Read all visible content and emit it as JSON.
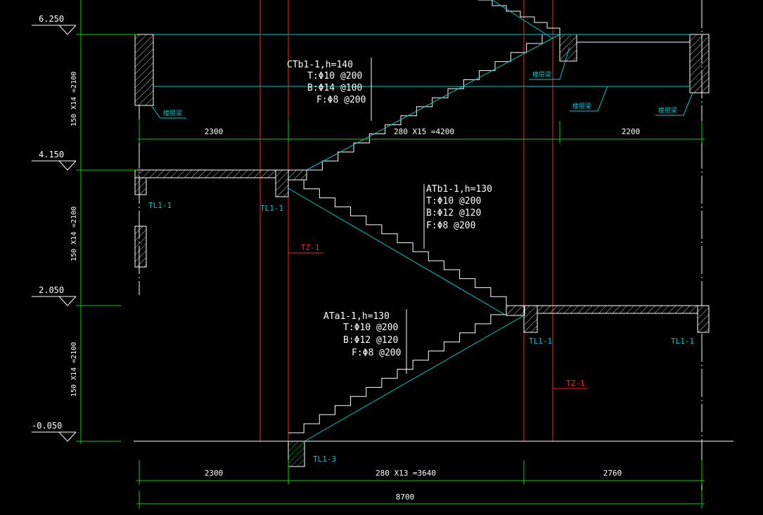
{
  "levels": [
    "6.250",
    "4.150",
    "2.050",
    "-0.050"
  ],
  "vertical_dims": [
    "150 X14 =2100",
    "150 X14 =2100",
    "150 X14 =2100"
  ],
  "horizontal_dims": {
    "top": [
      "2300",
      "280 X15 =4200",
      "2200"
    ],
    "bottom": [
      "2300",
      "280 X13 =3640",
      "2760"
    ],
    "total": "8700"
  },
  "flights": {
    "ctb": [
      "CTb1-1,h=140",
      "T:Φ10 @200",
      "B:Φ14 @100",
      "F:Φ8 @200"
    ],
    "atb": [
      "ATb1-1,h=130",
      "T:Φ10 @200",
      "B:Φ12 @120",
      "F:Φ8 @200"
    ],
    "ata": [
      "ATa1-1,h=130",
      "T:Φ10 @200",
      "B:Φ12 @120",
      "F:Φ8 @200"
    ]
  },
  "beams": {
    "left_mid": "TL1-1",
    "center_mid": "TL1-1",
    "right_low_a": "TL1-1",
    "right_low_b": "TL1-1",
    "bottom": "TL1-3"
  },
  "columns": [
    "TZ-1",
    "TZ-1"
  ],
  "small_tags": [
    "楼层梁",
    "楼层梁",
    "楼层梁",
    "楼层梁"
  ],
  "colors": {
    "background": "#000000",
    "stair": "#00c8d2",
    "grid": "#ff2020",
    "dimension": "#00d800",
    "text": "#ffffff"
  }
}
